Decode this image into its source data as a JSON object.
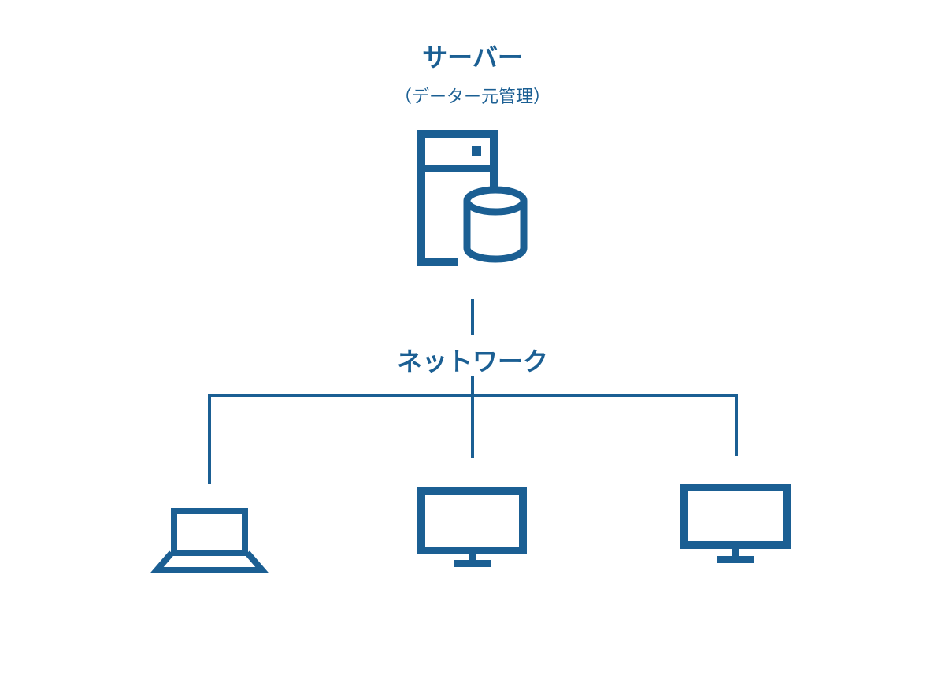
{
  "diagram": {
    "server_title": "サーバー",
    "server_subtitle": "（データー元管理）",
    "network_label": "ネットワーク",
    "devices": [
      {
        "type": "laptop"
      },
      {
        "type": "desktop"
      },
      {
        "type": "desktop"
      }
    ]
  },
  "colors": {
    "primary": "#1b5f93",
    "background": "#ffffff"
  }
}
